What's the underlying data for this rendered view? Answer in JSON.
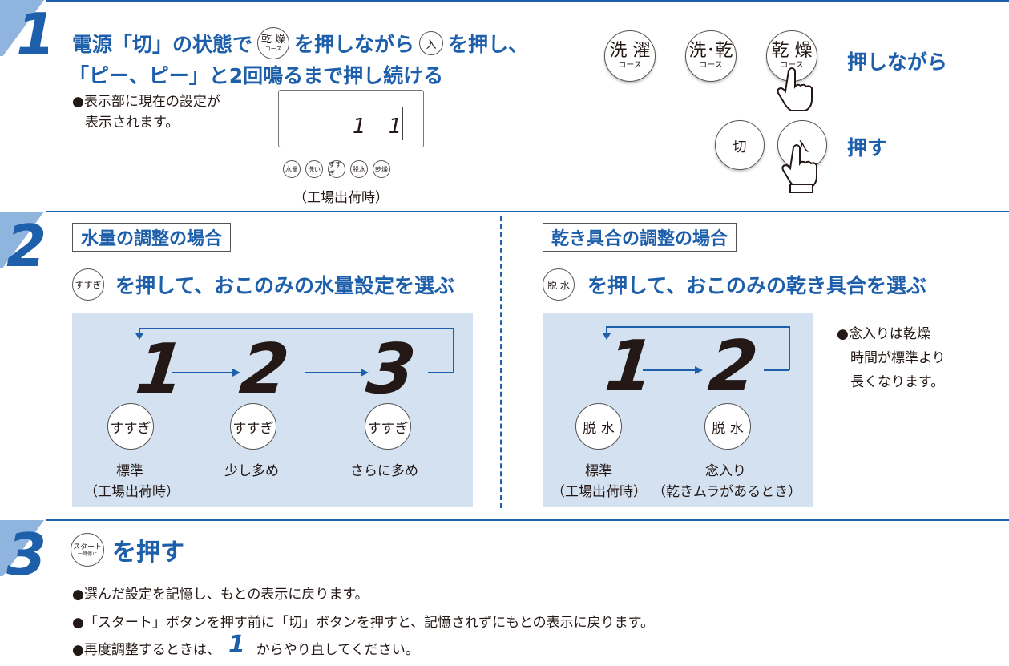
{
  "step1": {
    "number": "1",
    "title_line1_a": "電源「切」の状態で",
    "title_line1_b": "を押しながら",
    "title_line1_c": "を押し、",
    "title_line2": "「ピー、ピー」と2回鳴るまで押し続ける",
    "inline_btn_main": "乾 燥",
    "inline_btn_sub": "コース",
    "inline_on_btn": "入",
    "note_line1": "●表示部に現在の設定が",
    "note_line2": "表示されます。",
    "display_value": "1 1",
    "small_buttons": [
      "水量",
      "洗い",
      "すすぎ",
      "脱水",
      "乾燥"
    ],
    "factory_label": "（工場出荷時）",
    "course_buttons": [
      {
        "main": "洗 濯",
        "sub": "コース"
      },
      {
        "main": "洗･乾",
        "sub": "コース"
      },
      {
        "main": "乾 燥",
        "sub": "コース"
      }
    ],
    "hold_label": "押しながら",
    "off_btn": "切",
    "on_btn": "入",
    "press_label": "押す"
  },
  "step2": {
    "number": "2",
    "left": {
      "box_label": "水量の調整の場合",
      "inline_btn": "すすぎ",
      "instruction": "を押して、おこのみの水量設定を選ぶ",
      "levels": [
        {
          "digit": "1",
          "btn": "すすぎ",
          "label": "標準",
          "sub": "（工場出荷時）"
        },
        {
          "digit": "2",
          "btn": "すすぎ",
          "label": "少し多め",
          "sub": ""
        },
        {
          "digit": "3",
          "btn": "すすぎ",
          "label": "さらに多め",
          "sub": ""
        }
      ]
    },
    "right": {
      "box_label": "乾き具合の調整の場合",
      "inline_btn": "脱 水",
      "instruction": "を押して、おこのみの乾き具合を選ぶ",
      "levels": [
        {
          "digit": "1",
          "btn": "脱 水",
          "label": "標準",
          "sub": "（工場出荷時）"
        },
        {
          "digit": "2",
          "btn": "脱 水",
          "label": "念入り",
          "sub": "（乾きムラがあるとき）"
        }
      ],
      "note_line1": "●念入りは乾燥",
      "note_line2": "時間が標準より",
      "note_line3": "長くなります。"
    }
  },
  "step3": {
    "number": "3",
    "btn_main": "スタート",
    "btn_sub": "一時停止",
    "title": "を押す",
    "note1": "●選んだ設定を記憶し、もとの表示に戻ります。",
    "note2": "●「スタート」ボタンを押す前に「切」ボタンを押すと、記憶されずにもとの表示に戻ります。",
    "note3_a": "●再度調整するときは、",
    "note3_ref": "1",
    "note3_b": "からやり直してください。"
  },
  "colors": {
    "accent": "#1d5fab",
    "panel": "#d3e1f0"
  }
}
